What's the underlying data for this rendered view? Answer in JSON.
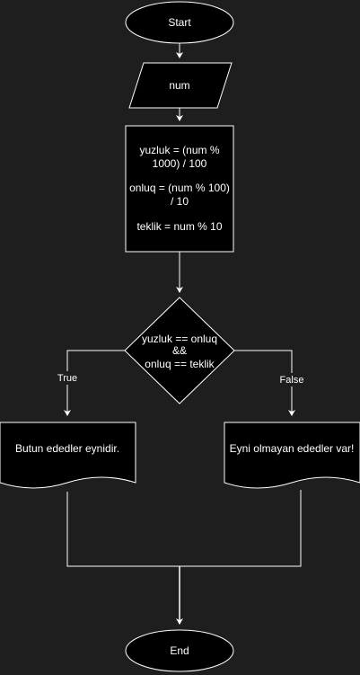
{
  "flowchart": {
    "start": "Start",
    "input": "num",
    "process": {
      "line1": "yuzluk = (num %",
      "line2": "1000) / 100",
      "line3": "onluq = (num % 100)",
      "line4": "/ 10",
      "line5": "teklik = num % 10"
    },
    "decision": {
      "line1": "yuzluk == onluq",
      "line2": "&&",
      "line3": "onluq == teklik"
    },
    "true_label": "True",
    "false_label": "False",
    "true_output": "Butun ededler eynidir.",
    "false_output": "Eyni olmayan ededler var!",
    "end": "End"
  },
  "colors": {
    "background": "#1e1e1e",
    "shape_fill": "#000000",
    "stroke": "#ffffff",
    "text": "#ffffff"
  }
}
